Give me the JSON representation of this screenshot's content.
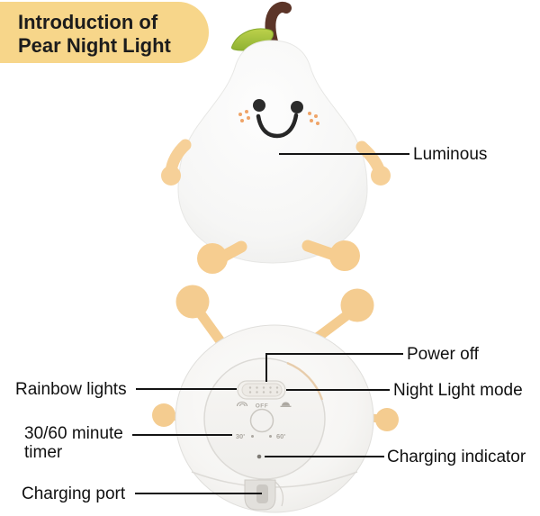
{
  "badge": {
    "line1": "Introduction of",
    "line2": "Pear Night Light"
  },
  "callouts": {
    "luminous": "Luminous",
    "power_off": "Power off",
    "night_light_mode": "Night Light mode",
    "rainbow_lights": "Rainbow lights",
    "timer_line1": "30/60 minute",
    "timer_line2": "timer",
    "charging_indicator": "Charging indicator",
    "charging_port": "Charging port"
  },
  "base_markings": {
    "off_label": "OFF",
    "timer_30": "30'",
    "timer_60": "60'"
  },
  "icons": {
    "rainbow_mode": "rainbow-arc-icon",
    "night_light_mode": "lamp-dome-icon"
  },
  "colors": {
    "badge_bg": "#F7D68A",
    "limb": "#F5CD93",
    "leaf_green": "#A6C33C",
    "stem_brown": "#5C3528",
    "body_white": "#F7F7F6",
    "label_text": "#101010",
    "callout_line": "#141414",
    "base_marking_gray": "#ACA8A1",
    "freckle_orange": "#EFA468"
  }
}
